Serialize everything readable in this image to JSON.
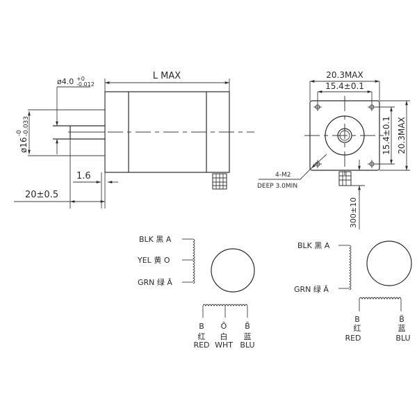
{
  "side_view": {
    "length_label": "L MAX",
    "shaft_dia_label": "ø4.0",
    "shaft_tol_upper": "+0",
    "shaft_tol_lower": "-0.012",
    "boss_dia_label": "ø16",
    "boss_tol_upper": "-0",
    "boss_tol_lower": "-0.033",
    "boss_height_label": "1.6",
    "shaft_length_label": "20±0.5"
  },
  "front_view": {
    "width_label": "20.3MAX",
    "hole_spacing_label": "15.4±0.1",
    "height_label": "20.3MAX",
    "hole_spacing_v_label": "15.4±0.1",
    "mount_holes_label": "4-M2",
    "mount_depth_label": "DEEP 3.0MIN",
    "lead_length_label": "300±10"
  },
  "wiring_6lead": {
    "phase_a_wires": [
      {
        "color_en": "BLK",
        "color_cn": "黑",
        "signal": "A"
      },
      {
        "color_en": "YEL",
        "color_cn": "黄",
        "signal": "O"
      },
      {
        "color_en": "GRN",
        "color_cn": "绿",
        "signal": "Ā"
      }
    ],
    "phase_b_wires": [
      {
        "signal": "B",
        "color_cn": "红",
        "color_en": "RED"
      },
      {
        "signal": "Ō",
        "color_cn": "白",
        "color_en": "WHT"
      },
      {
        "signal": "B̄",
        "color_cn": "蓝",
        "color_en": "BLU"
      }
    ]
  },
  "wiring_4lead": {
    "phase_a_wires": [
      {
        "color_en": "BLK",
        "color_cn": "黑",
        "signal": "A"
      },
      {
        "color_en": "GRN",
        "color_cn": "绿",
        "signal": "Ā"
      }
    ],
    "phase_b_wires": [
      {
        "signal": "B",
        "color_cn": "红",
        "color_en": "RED"
      },
      {
        "signal": "B̄",
        "color_cn": "蓝",
        "color_en": "BLU"
      }
    ]
  }
}
